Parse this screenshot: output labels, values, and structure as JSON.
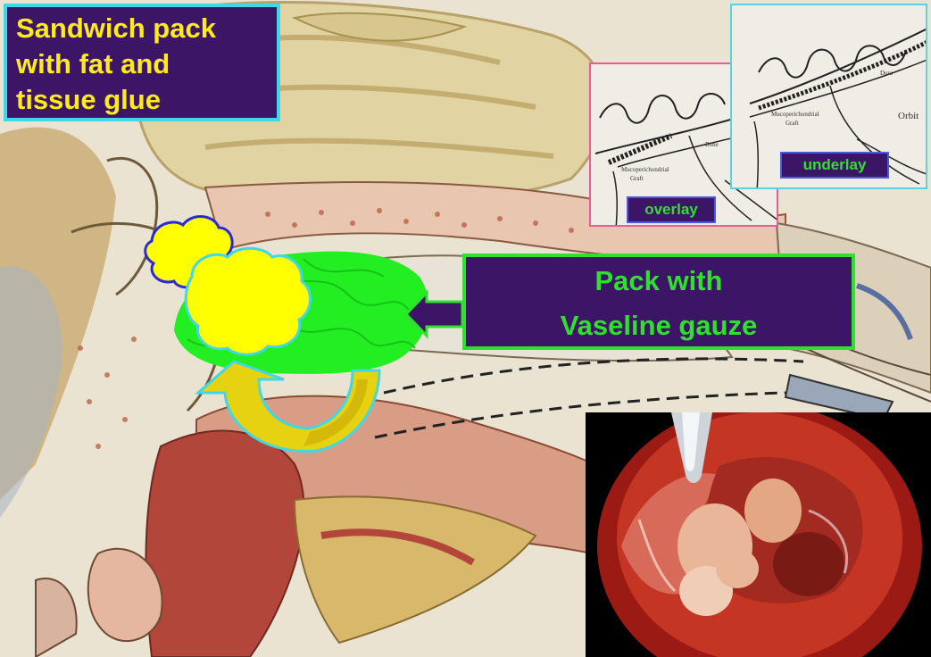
{
  "title": {
    "lines": [
      "Sandwich pack",
      "with fat and",
      "tissue glue"
    ]
  },
  "pack_label": {
    "lines": [
      "Pack with",
      "Vaseline gauze"
    ]
  },
  "insets": {
    "overlay": {
      "tag": "overlay",
      "annotations": [
        "Bone",
        "Mucoperichondrial",
        "Graft"
      ]
    },
    "underlay": {
      "tag": "underlay",
      "annotations": [
        "Dura",
        "Mucoperichondrial",
        "Graft",
        "Orbit"
      ]
    }
  },
  "colors": {
    "label_background": "#3d1566",
    "title_text": "#ffeb1a",
    "pack_text": "#2fe02f",
    "fat_yellow": "#ffff00",
    "gauze_green": "#22ee22",
    "title_border": "#3fd8e6"
  }
}
